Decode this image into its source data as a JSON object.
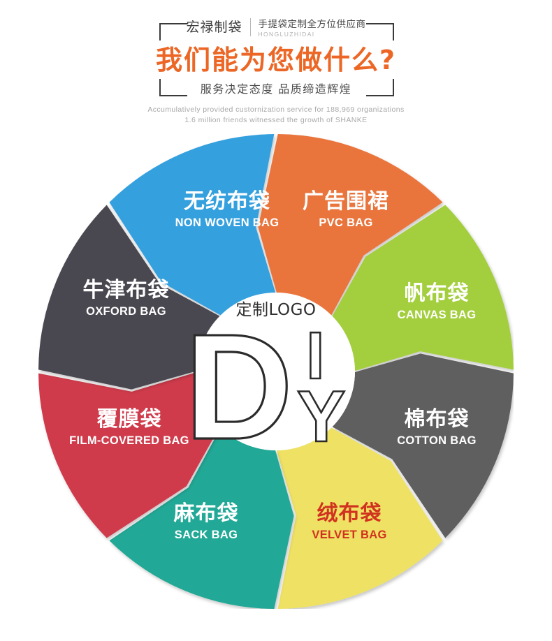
{
  "header": {
    "brand_name": "宏禄制袋",
    "brand_slogan": "手提袋定制全方位供应商",
    "brand_pinyin": "HONGLUZHIDAI",
    "main_title": "我们能为您做什么?",
    "sub_title": "服务决定态度 品质缔造辉煌",
    "en_line_1": "Accumulatively  provided  custornization service  for  188,969 organizations",
    "en_line_2": "1.6 million friends witnessed the growth of SHANKE",
    "title_color": "#ec6726"
  },
  "center": {
    "logo_caption": "定制LOGO",
    "letter_d": "D",
    "letter_i": "I",
    "letter_y": "Y"
  },
  "wheel": {
    "segments": [
      {
        "key": "non-woven-bag",
        "cn": "无纺布袋",
        "en": "NON WOVEN BAG",
        "color": "#36a0de",
        "text_color": "#ffffff"
      },
      {
        "key": "pvc-bag",
        "cn": "广告围裙",
        "en": "PVC BAG",
        "color": "#e9743c",
        "text_color": "#ffffff"
      },
      {
        "key": "canvas-bag",
        "cn": "帆布袋",
        "en": "CANVAS BAG",
        "color": "#a3ce3c",
        "text_color": "#ffffff"
      },
      {
        "key": "cotton-bag",
        "cn": "棉布袋",
        "en": "COTTON BAG",
        "color": "#5f5f5f",
        "text_color": "#ffffff"
      },
      {
        "key": "velvet-bag",
        "cn": "绒布袋",
        "en": "VELVET BAG",
        "color": "#eee163",
        "text_color": "#d1321f"
      },
      {
        "key": "sack-bag",
        "cn": "麻布袋",
        "en": "SACK BAG",
        "color": "#20a896",
        "text_color": "#ffffff"
      },
      {
        "key": "film-covered-bag",
        "cn": "覆膜袋",
        "en": "FILM-COVERED BAG",
        "color": "#cf3a4b",
        "text_color": "#ffffff"
      },
      {
        "key": "oxford-bag",
        "cn": "牛津布袋",
        "en": "OXFORD BAG",
        "color": "#4a474f",
        "text_color": "#ffffff"
      }
    ]
  }
}
